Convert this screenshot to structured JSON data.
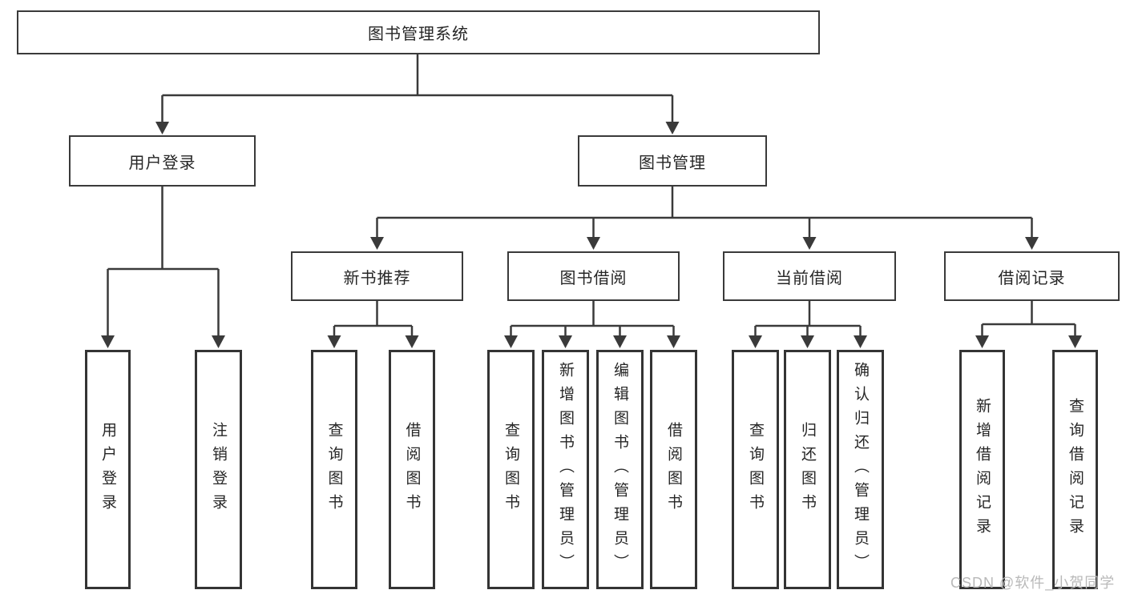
{
  "diagram_title": "图书管理系统",
  "nodes": {
    "root": {
      "label": "图书管理系统"
    },
    "user_login": {
      "label": "用户登录"
    },
    "book_management": {
      "label": "图书管理"
    },
    "new_book_recommend": {
      "label": "新书推荐"
    },
    "book_borrow": {
      "label": "图书借阅"
    },
    "current_borrow": {
      "label": "当前借阅"
    },
    "borrow_records": {
      "label": "借阅记录"
    }
  },
  "leaves": [
    {
      "parent": "user_login",
      "label": "用户登录"
    },
    {
      "parent": "user_login",
      "label": "注销登录"
    },
    {
      "parent": "new_book_recommend",
      "label": "查询图书"
    },
    {
      "parent": "new_book_recommend",
      "label": "借阅图书"
    },
    {
      "parent": "book_borrow",
      "label": "查询图书"
    },
    {
      "parent": "book_borrow",
      "label": "新增图书（管理员）"
    },
    {
      "parent": "book_borrow",
      "label": "编辑图书（管理员）"
    },
    {
      "parent": "book_borrow",
      "label": "借阅图书"
    },
    {
      "parent": "current_borrow",
      "label": "查询图书"
    },
    {
      "parent": "current_borrow",
      "label": "归还图书"
    },
    {
      "parent": "current_borrow",
      "label": "确认归还（管理员）"
    },
    {
      "parent": "borrow_records",
      "label": "新增借阅记录"
    },
    {
      "parent": "borrow_records",
      "label": "查询借阅记录"
    }
  ],
  "watermark": {
    "text": "CSDN @软件_小贺同学"
  },
  "colors": {
    "background": "#ffffff",
    "line": "#3a3a3a",
    "box_border": "#3a3a3a",
    "text": "#262626",
    "watermark_text": "#b9b9b9"
  }
}
